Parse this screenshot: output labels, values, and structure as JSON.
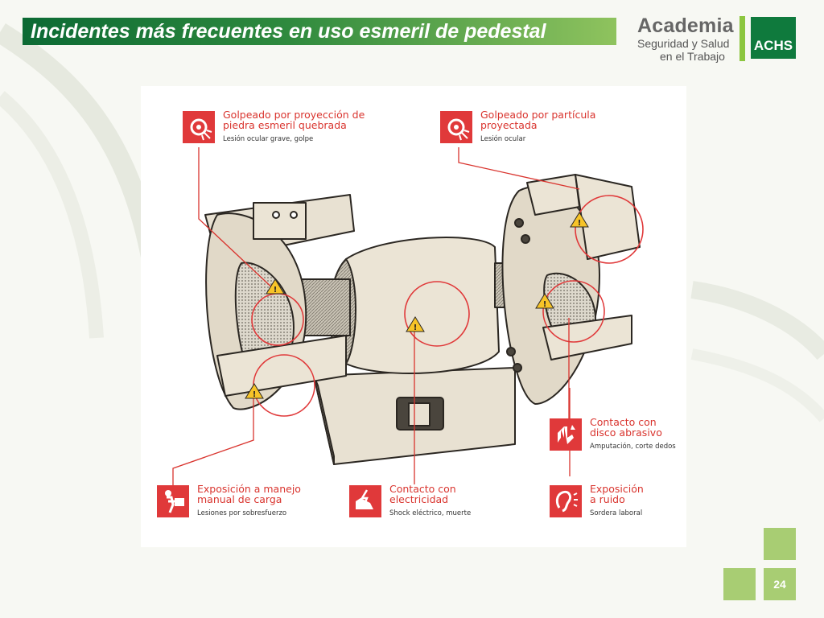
{
  "slide": {
    "title": "Incidentes más frecuentes en uso esmeril de pedestal",
    "page_number": "24"
  },
  "logo": {
    "main": "Academia",
    "line1": "Seguridad y Salud",
    "line2": "en el Trabajo",
    "badge": "ACHS"
  },
  "colors": {
    "title_bar_dark": "#0c6a34",
    "title_bar_light": "#8fc35e",
    "brand_green": "#0f7a3d",
    "accent_green": "#8cc63f",
    "hazard_red": "#e0393a",
    "page_square": "#a8cd73"
  },
  "callouts": [
    {
      "title": "Golpeado por proyección de\npiedra esmeril quebrada",
      "subtitle": "Lesión ocular grave, golpe",
      "icon": "projectile-eye-icon"
    },
    {
      "title": "Golpeado por partícula\nproyectada",
      "subtitle": "Lesión ocular",
      "icon": "particle-eye-icon"
    },
    {
      "title": "Contacto con\ndisco abrasivo",
      "subtitle": "Amputación, corte dedos",
      "icon": "hand-cut-icon"
    },
    {
      "title": "Exposición a manejo\nmanual de carga",
      "subtitle": "Lesiones por sobresfuerzo",
      "icon": "lifting-load-icon"
    },
    {
      "title": "Contacto con\nelectricidad",
      "subtitle": "Shock eléctrico, muerte",
      "icon": "electric-shock-icon"
    },
    {
      "title": "Exposición\na ruido",
      "subtitle": "Sordera laboral",
      "icon": "noise-ear-icon"
    }
  ]
}
